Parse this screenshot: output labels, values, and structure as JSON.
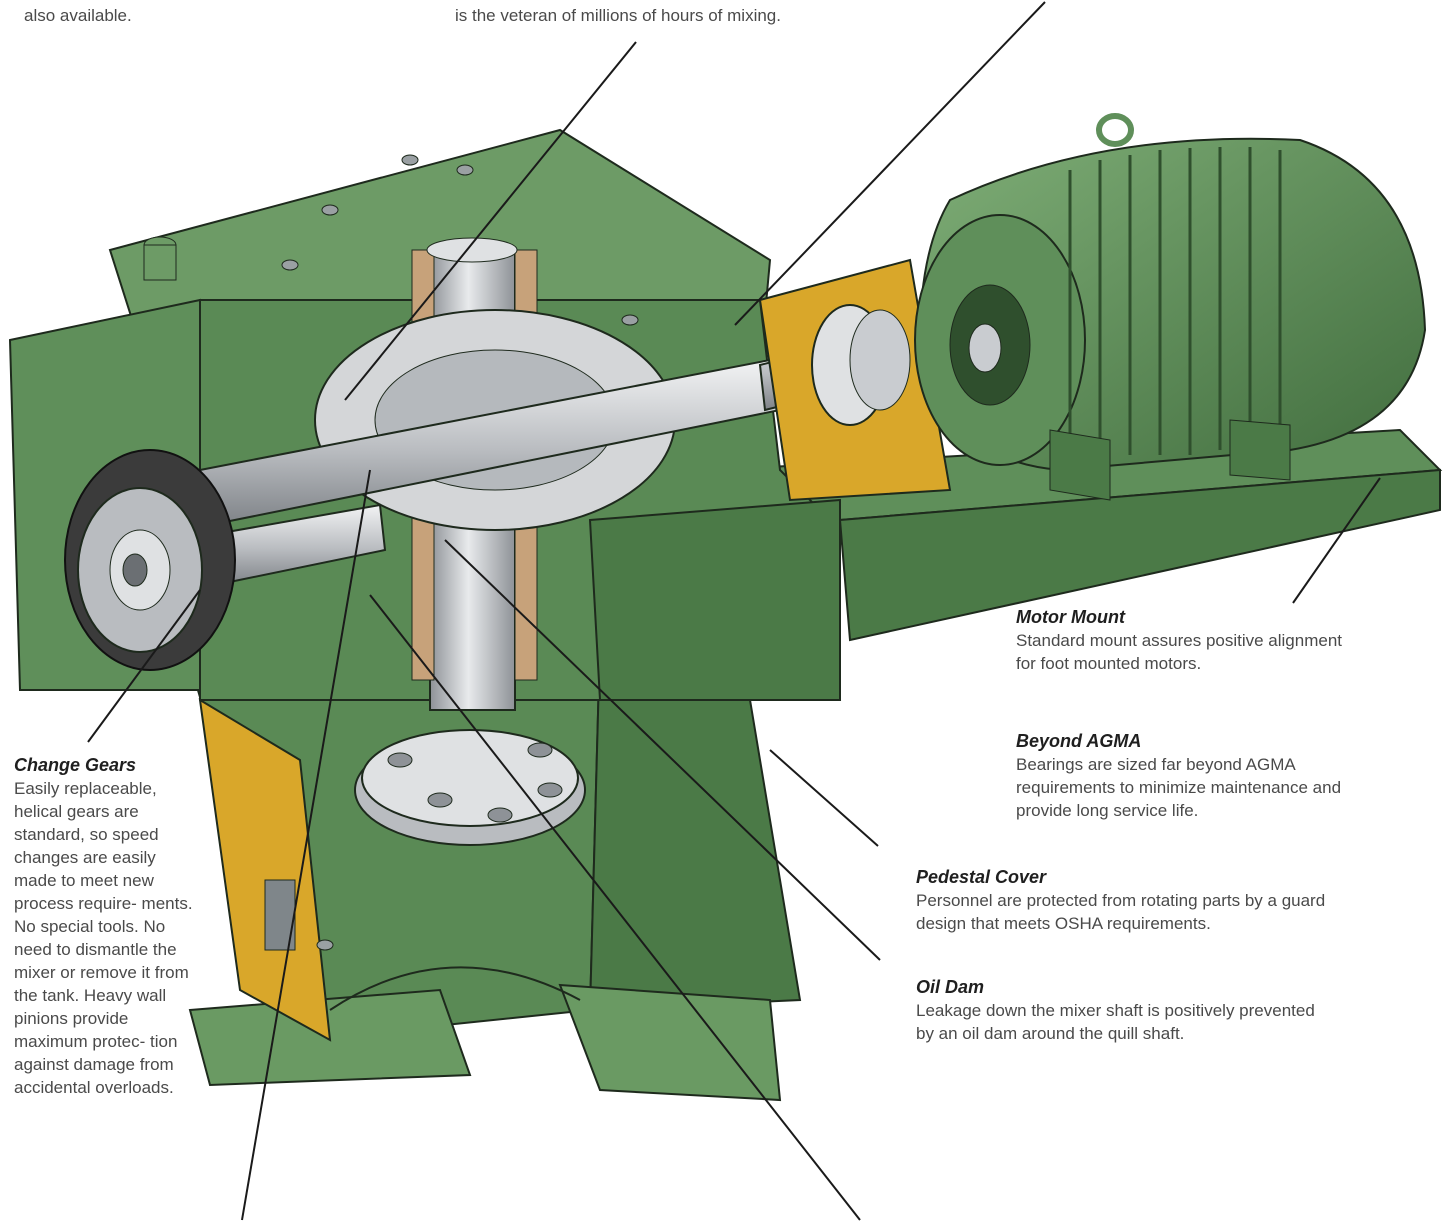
{
  "fragments": {
    "top_left": "also available.",
    "top_center": "is the veteran of millions of hours of mixing."
  },
  "callouts": {
    "motor_mount": {
      "title": "Motor Mount",
      "body": "Standard mount assures positive alignment for foot mounted motors."
    },
    "beyond_agma": {
      "title": "Beyond AGMA",
      "body": "Bearings are sized far beyond AGMA requirements to minimize maintenance and provide long service life."
    },
    "change_gears": {
      "title": "Change Gears",
      "body": "Easily replaceable, helical gears are standard, so speed changes are easily made to meet new process require- ments. No special tools. No need to dismantle the mixer or remove it from the tank. Heavy wall pinions provide maximum protec- tion against damage from accidental overloads."
    },
    "pedestal_cover": {
      "title": "Pedestal Cover",
      "body": "Personnel are protected from rotating parts by a guard design that meets OSHA requirements."
    },
    "oil_dam": {
      "title": "Oil Dam",
      "body": "Leakage down the mixer shaft is positively prevented by an oil dam around the quill shaft."
    }
  },
  "colors": {
    "housing_green": "#5f8f5a",
    "housing_dark": "#3f6b3c",
    "housing_light": "#7aa773",
    "guard_yellow": "#d9a72a",
    "shaft_silver": "#c9ccd0",
    "leader_line": "#1a1a1a"
  }
}
